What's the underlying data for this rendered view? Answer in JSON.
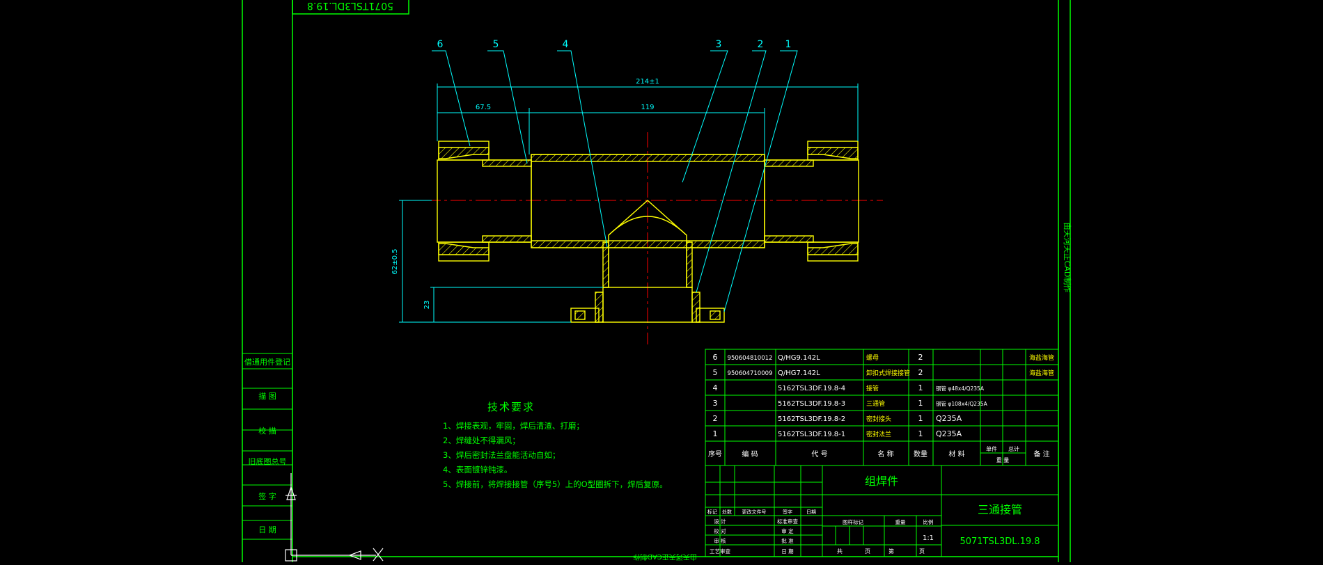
{
  "drawing": {
    "top_tag": "5071TSL3DL.19.8",
    "side_text": "由天河天正CAD制作",
    "bottom_text": "由天河天正CAD制作"
  },
  "balloons": [
    "6",
    "5",
    "4",
    "3",
    "2",
    "1"
  ],
  "dimensions": {
    "overall": "214±1",
    "left": "67.5",
    "mid": "119",
    "height": "62±0.5",
    "small": "23"
  },
  "left_stamp": [
    "借通用件登记",
    "描  图",
    "校  描",
    "旧底图总号",
    "签  字",
    "日  期"
  ],
  "tech": {
    "title": "技术要求",
    "items": [
      "1、焊接表观，牢固，焊后清渣、打磨；",
      "2、焊缝处不得漏风；",
      "3、焊后密封法兰盘能活动自如；",
      "4、表面镀锌钝漆。",
      "5、焊接前，将焊接接管（序号5）上的O型圈拆下，焊后复原。"
    ]
  },
  "bom": {
    "rows": [
      {
        "no": "6",
        "code": "950604810012",
        "std": "Q/HG9.142L",
        "name": "螺母",
        "qty": "2",
        "material": "",
        "remark": "海盐海管"
      },
      {
        "no": "5",
        "code": "950604710009",
        "std": "Q/HG7.142L",
        "name": "卸扣式焊接接管",
        "qty": "2",
        "material": "",
        "remark": "海盐海管"
      },
      {
        "no": "4",
        "code": "",
        "std": "5162TSL3DF.19.8-4",
        "name": "接管",
        "qty": "1",
        "material": "钢管 φ48x4/Q235A",
        "remark": ""
      },
      {
        "no": "3",
        "code": "",
        "std": "5162TSL3DF.19.8-3",
        "name": "三通管",
        "qty": "1",
        "material": "钢管 φ108x4/Q235A",
        "remark": ""
      },
      {
        "no": "2",
        "code": "",
        "std": "5162TSL3DF.19.8-2",
        "name": "密封接头",
        "qty": "1",
        "material": "Q235A",
        "remark": ""
      },
      {
        "no": "1",
        "code": "",
        "std": "5162TSL3DF.19.8-1",
        "name": "密封法兰",
        "qty": "1",
        "material": "Q235A",
        "remark": ""
      }
    ],
    "headers": {
      "no": "序号",
      "code": "编  码",
      "std": "代  号",
      "name": "名  称",
      "qty": "数量",
      "material": "材  料",
      "unit": "单件",
      "total": "总计",
      "weight": "重  量",
      "remark": "备  注"
    }
  },
  "title_block": {
    "assembly": "组焊件",
    "part_name": "三通接管",
    "drawing_no": "5071TSL3DL.19.8",
    "scale": "1:1",
    "rev_headers": [
      "标记",
      "处数",
      "更改文件号",
      "签字",
      "日期"
    ],
    "left_labels": [
      "设 计",
      "校 对",
      "审 核",
      "工艺审查"
    ],
    "right_labels": [
      "标准审查",
      "审 定",
      "批 准",
      "日 期"
    ],
    "stage_headers": [
      "图样标记",
      "重量",
      "比例"
    ],
    "sheet": [
      "共",
      "页",
      "第",
      "页"
    ]
  },
  "colors": {
    "frame": "#00ff00",
    "part": "#ffff00",
    "leader": "#00ffff",
    "center": "#ff0000",
    "dim_red": "#ff0000",
    "hatch": "#ffff00",
    "text": "#00ff00",
    "white": "#ffffff"
  }
}
